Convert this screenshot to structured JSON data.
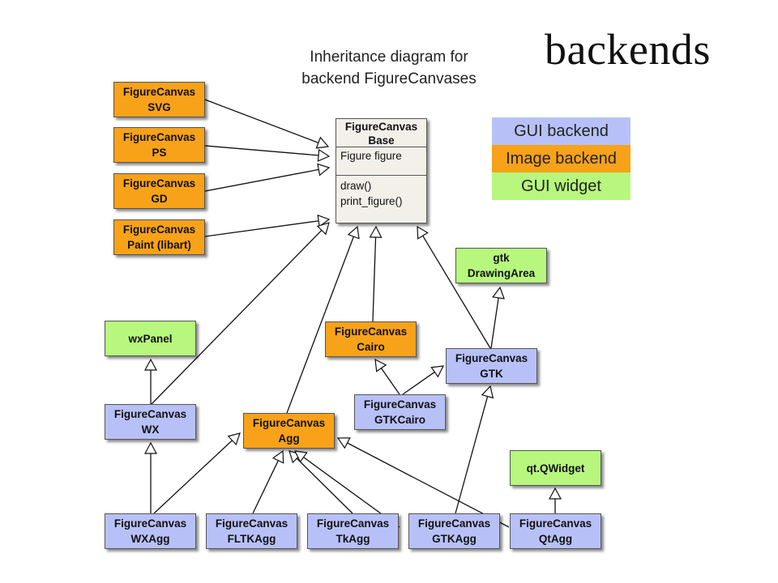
{
  "slide": {
    "title": "backends"
  },
  "diagram": {
    "caption": "Inheritance diagram for\nbackend FigureCanvases",
    "base_class": {
      "name": "FigureCanvas\nBase",
      "attribute": "Figure figure",
      "methods": [
        "draw()",
        "print_figure()"
      ]
    },
    "nodes": {
      "svg": {
        "label": "FigureCanvas\nSVG",
        "kind": "image"
      },
      "ps": {
        "label": "FigureCanvas\nPS",
        "kind": "image"
      },
      "gd": {
        "label": "FigureCanvas\nGD",
        "kind": "image"
      },
      "paint": {
        "label": "FigureCanvas\nPaint (libart)",
        "kind": "image"
      },
      "gtk_drawingarea": {
        "label": "gtk\nDrawingArea",
        "kind": "widget"
      },
      "wxpanel": {
        "label": "wxPanel",
        "kind": "widget"
      },
      "cairo": {
        "label": "FigureCanvas\nCairo",
        "kind": "image"
      },
      "gtk": {
        "label": "FigureCanvas\nGTK",
        "kind": "gui"
      },
      "gtkcairo": {
        "label": "FigureCanvas\nGTKCairo",
        "kind": "gui"
      },
      "wx": {
        "label": "FigureCanvas\nWX",
        "kind": "gui"
      },
      "agg": {
        "label": "FigureCanvas\nAgg",
        "kind": "image"
      },
      "qwidget": {
        "label": "qt.QWidget",
        "kind": "widget"
      },
      "wxagg": {
        "label": "FigureCanvas\nWXAgg",
        "kind": "gui"
      },
      "fltkagg": {
        "label": "FigureCanvas\nFLTKAgg",
        "kind": "gui"
      },
      "tkagg": {
        "label": "FigureCanvas\nTkAgg",
        "kind": "gui"
      },
      "gtkagg": {
        "label": "FigureCanvas\nGTKAgg",
        "kind": "gui"
      },
      "qtagg": {
        "label": "FigureCanvas\nQtAgg",
        "kind": "gui"
      }
    },
    "edges": [
      [
        "svg",
        "base"
      ],
      [
        "ps",
        "base"
      ],
      [
        "gd",
        "base"
      ],
      [
        "paint",
        "base"
      ],
      [
        "wx",
        "base"
      ],
      [
        "agg",
        "base"
      ],
      [
        "cairo",
        "base"
      ],
      [
        "gtk",
        "base"
      ],
      [
        "gtk",
        "gtk_drawingarea"
      ],
      [
        "wx",
        "wxpanel"
      ],
      [
        "gtkcairo",
        "cairo"
      ],
      [
        "gtkcairo",
        "gtk"
      ],
      [
        "wxagg",
        "wx"
      ],
      [
        "wxagg",
        "agg"
      ],
      [
        "fltkagg",
        "agg"
      ],
      [
        "tkagg",
        "agg"
      ],
      [
        "gtkagg",
        "agg"
      ],
      [
        "qtagg",
        "agg"
      ],
      [
        "gtkagg",
        "gtk"
      ],
      [
        "qtagg",
        "qwidget"
      ]
    ]
  },
  "legend": [
    {
      "label": "GUI backend",
      "color": "#b8c1f7"
    },
    {
      "label": "Image backend",
      "color": "#f7a219"
    },
    {
      "label": "GUI widget",
      "color": "#b7f77e"
    }
  ]
}
